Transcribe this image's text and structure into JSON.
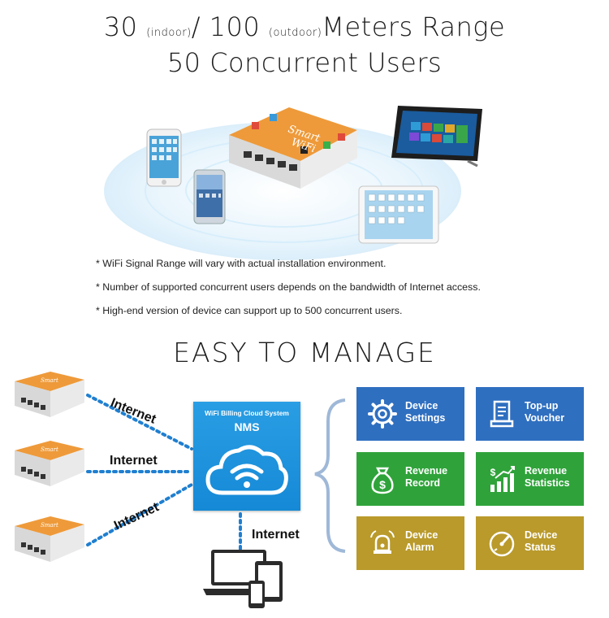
{
  "header": {
    "line1_a": "30",
    "line1_indoor": "(indoor)",
    "line1_b": "/ 100",
    "line1_outdoor": "(outdoor)",
    "line1_c": "Meters Range",
    "line2": "50 Concurrent Users"
  },
  "router": {
    "brand_line1": "Smart",
    "brand_line2": "WiFi"
  },
  "notes": [
    "* WiFi Signal Range will vary with actual installation environment.",
    "* Number of supported concurrent users depends on the bandwidth of Internet access.",
    "* High-end version of device can support up to 500 concurrent users."
  ],
  "manage": {
    "title": "EASY TO MANAGE",
    "internet_labels": [
      "Internet",
      "Internet",
      "Internet",
      "Internet"
    ],
    "cloud": {
      "system": "WiFi Billing Cloud System",
      "name": "NMS"
    },
    "tiles": [
      {
        "label": "Device\nSettings",
        "icon": "gear-icon",
        "color": "#2f6fc0"
      },
      {
        "label": "Top-up\nVoucher",
        "icon": "receipt-icon",
        "color": "#2f6fc0"
      },
      {
        "label": "Revenue\nRecord",
        "icon": "money-bag-icon",
        "color": "#2fa33a"
      },
      {
        "label": "Revenue\nStatistics",
        "icon": "bar-chart-icon",
        "color": "#2fa33a"
      },
      {
        "label": "Device\nAlarm",
        "icon": "alarm-icon",
        "color": "#b99a2b"
      },
      {
        "label": "Device\nStatus",
        "icon": "gauge-icon",
        "color": "#b99a2b"
      }
    ]
  },
  "colors": {
    "router_orange": "#ec9a3a",
    "cloud_blue": "#1f94dd",
    "dotted_line": "#1f7fd0",
    "ripple": "#c8e6f8"
  }
}
